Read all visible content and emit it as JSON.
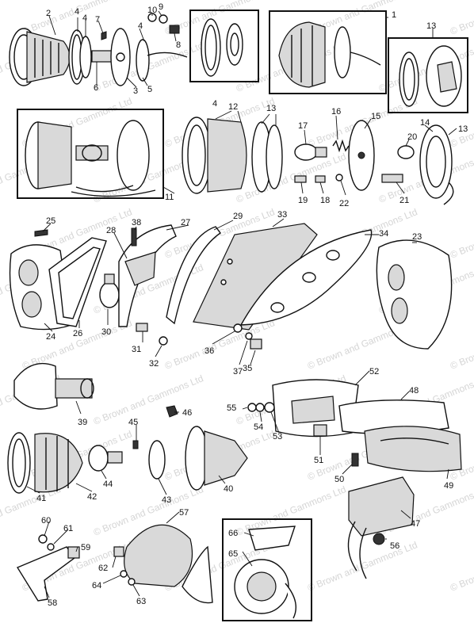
{
  "watermark": {
    "text": "© Brown and Gammons Ltd",
    "color": "#c8c8c8"
  },
  "parts": [
    {
      "id": "p1",
      "label": "1"
    },
    {
      "id": "p2",
      "label": "2"
    },
    {
      "id": "p3",
      "label": "3"
    },
    {
      "id": "p4a",
      "label": "4"
    },
    {
      "id": "p4b",
      "label": "4"
    },
    {
      "id": "p4c",
      "label": "4"
    },
    {
      "id": "p5",
      "label": "5"
    },
    {
      "id": "p6",
      "label": "6"
    },
    {
      "id": "p7",
      "label": "7"
    },
    {
      "id": "p8",
      "label": "8"
    },
    {
      "id": "p9",
      "label": "9"
    },
    {
      "id": "p10",
      "label": "10"
    },
    {
      "id": "p11",
      "label": "11"
    },
    {
      "id": "p12",
      "label": "12"
    },
    {
      "id": "p13a",
      "label": "13"
    },
    {
      "id": "p13b",
      "label": "13"
    },
    {
      "id": "p13c",
      "label": "13"
    },
    {
      "id": "p14",
      "label": "14"
    },
    {
      "id": "p15",
      "label": "15"
    },
    {
      "id": "p16",
      "label": "16"
    },
    {
      "id": "p17",
      "label": "17"
    },
    {
      "id": "p18",
      "label": "18"
    },
    {
      "id": "p19",
      "label": "19"
    },
    {
      "id": "p20",
      "label": "20"
    },
    {
      "id": "p21",
      "label": "21"
    },
    {
      "id": "p22",
      "label": "22"
    },
    {
      "id": "p23",
      "label": "23"
    },
    {
      "id": "p24",
      "label": "24"
    },
    {
      "id": "p25",
      "label": "25"
    },
    {
      "id": "p26",
      "label": "26"
    },
    {
      "id": "p27",
      "label": "27"
    },
    {
      "id": "p28",
      "label": "28"
    },
    {
      "id": "p29",
      "label": "29"
    },
    {
      "id": "p30",
      "label": "30"
    },
    {
      "id": "p31",
      "label": "31"
    },
    {
      "id": "p32",
      "label": "32"
    },
    {
      "id": "p33",
      "label": "33"
    },
    {
      "id": "p34",
      "label": "34"
    },
    {
      "id": "p35",
      "label": "35"
    },
    {
      "id": "p36",
      "label": "36"
    },
    {
      "id": "p37",
      "label": "37"
    },
    {
      "id": "p38",
      "label": "38"
    },
    {
      "id": "p39",
      "label": "39"
    },
    {
      "id": "p40",
      "label": "40"
    },
    {
      "id": "p41",
      "label": "41"
    },
    {
      "id": "p42",
      "label": "42"
    },
    {
      "id": "p43",
      "label": "43"
    },
    {
      "id": "p44",
      "label": "44"
    },
    {
      "id": "p45",
      "label": "45"
    },
    {
      "id": "p46",
      "label": "46"
    },
    {
      "id": "p47",
      "label": "47"
    },
    {
      "id": "p48",
      "label": "48"
    },
    {
      "id": "p49",
      "label": "49"
    },
    {
      "id": "p50",
      "label": "50"
    },
    {
      "id": "p51",
      "label": "51"
    },
    {
      "id": "p52",
      "label": "52"
    },
    {
      "id": "p53",
      "label": "53"
    },
    {
      "id": "p54",
      "label": "54"
    },
    {
      "id": "p55",
      "label": "55"
    },
    {
      "id": "p56",
      "label": "56"
    },
    {
      "id": "p57",
      "label": "57"
    },
    {
      "id": "p58",
      "label": "58"
    },
    {
      "id": "p59",
      "label": "59"
    },
    {
      "id": "p60",
      "label": "60"
    },
    {
      "id": "p61",
      "label": "61"
    },
    {
      "id": "p62",
      "label": "62"
    },
    {
      "id": "p63",
      "label": "63"
    },
    {
      "id": "p64",
      "label": "64"
    },
    {
      "id": "p65",
      "label": "65"
    },
    {
      "id": "p66",
      "label": "66"
    }
  ]
}
